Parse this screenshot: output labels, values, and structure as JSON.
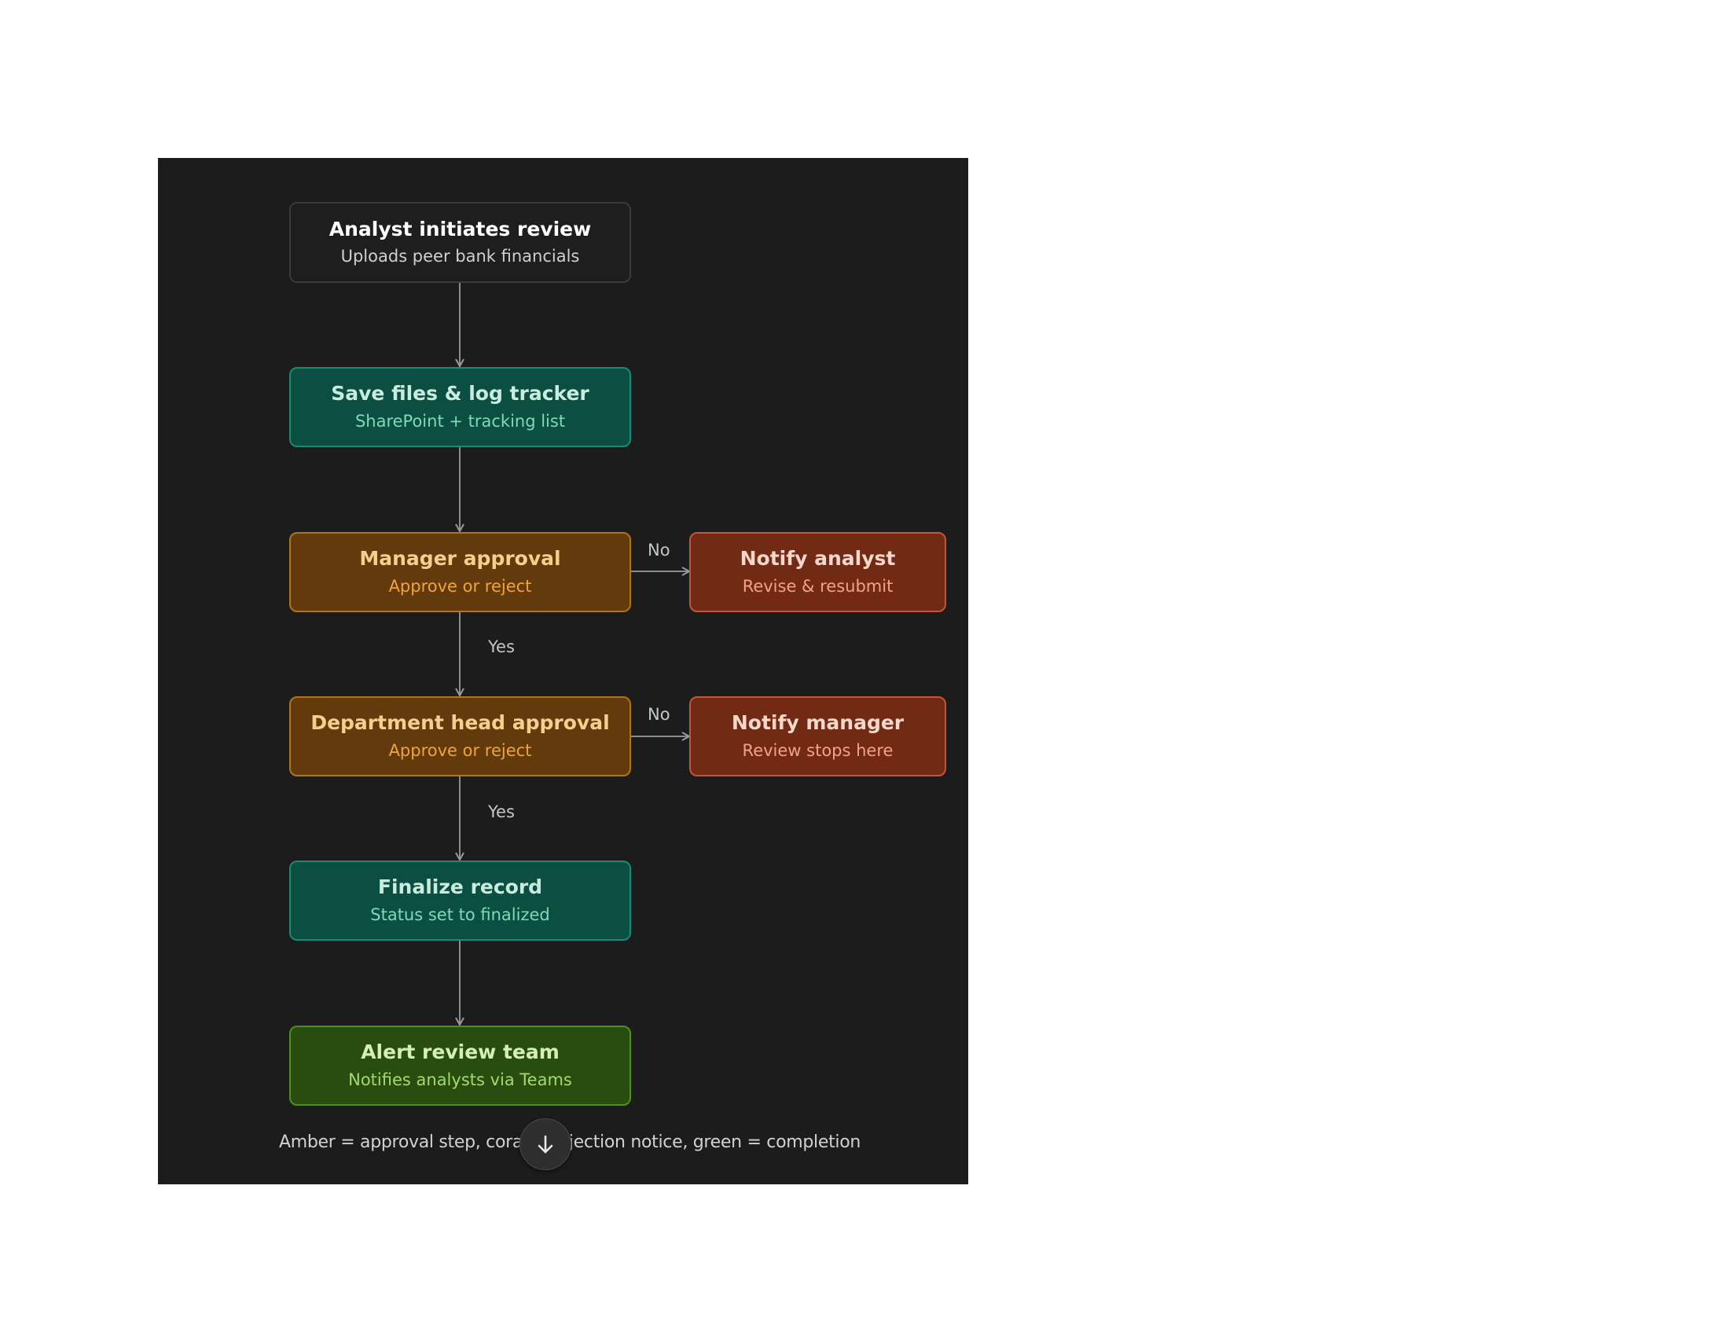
{
  "nodes": {
    "start": {
      "title": "Analyst initiates review",
      "subtitle": "Uploads peer bank financials"
    },
    "save": {
      "title": "Save files & log tracker",
      "subtitle": "SharePoint + tracking list"
    },
    "manager": {
      "title": "Manager approval",
      "subtitle": "Approve or reject"
    },
    "notify_analyst": {
      "title": "Notify analyst",
      "subtitle": "Revise & resubmit"
    },
    "dept": {
      "title": "Department head approval",
      "subtitle": "Approve or reject"
    },
    "notify_manager": {
      "title": "Notify manager",
      "subtitle": "Review stops here"
    },
    "finalize": {
      "title": "Finalize record",
      "subtitle": "Status set to finalized"
    },
    "alert": {
      "title": "Alert review team",
      "subtitle": "Notifies analysts via Teams"
    }
  },
  "edge_labels": {
    "manager_no": "No",
    "manager_yes": "Yes",
    "dept_no": "No",
    "dept_yes": "Yes"
  },
  "caption": "Amber = approval step, coral = rejection notice, green = completion",
  "icons": {
    "scroll_button": "arrow-down-icon"
  },
  "colors": {
    "background": "#1c1c1c",
    "neutral": {
      "fill": "#1e1e1e",
      "border": "#3a3a3a",
      "title": "#ffffff",
      "subtitle": "#d0d0d0"
    },
    "teal": {
      "fill": "#0b4f43",
      "border": "#1a8a74",
      "title": "#c8ecdd",
      "subtitle": "#7fd8b8"
    },
    "amber": {
      "fill": "#633a0b",
      "border": "#b07516",
      "title": "#f5cf8e",
      "subtitle": "#f0a43a"
    },
    "coral": {
      "fill": "#722a14",
      "border": "#c2553a",
      "title": "#f5d7cc",
      "subtitle": "#f2a287"
    },
    "green": {
      "fill": "#284d0f",
      "border": "#4f8e1f",
      "title": "#d5efb7",
      "subtitle": "#a4d96f"
    }
  }
}
